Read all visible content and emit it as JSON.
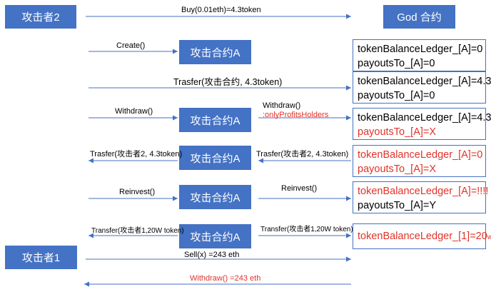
{
  "actors": {
    "attacker2": "攻击者2",
    "attacker1": "攻击者1",
    "god_contract": "God 合约",
    "attack_contract": "攻击合约A"
  },
  "steps": {
    "buy": "Buy(0.01eth)=4.3token",
    "create": "Create()",
    "transfer1": "Trasfer(攻击合约, 4.3token)",
    "withdraw_left": "Withdraw()",
    "withdraw_right": "Withdraw()",
    "withdraw_right_note": ":onlyProfitsHolders",
    "transfer2_left": "Trasfer(攻击者2, 4.3token)",
    "transfer2_right": "Trasfer(攻击者2, 4.3token)",
    "reinvest_left": "Reinvest()",
    "reinvest_right": "Reinvest()",
    "transfer3_left": "Transfer(攻击者1,20W token)",
    "transfer3_right": "Transfer(攻击者1,20W token)",
    "sell": "Sell(x) =243 eth",
    "final_withdraw": "Withdraw() =243 eth"
  },
  "states": [
    {
      "line1": "tokenBalanceLedger_[A]=0",
      "line2": "payoutsTo_[A]=0",
      "line1_red": false,
      "line2_red": false
    },
    {
      "line1": "tokenBalanceLedger_[A]=4.3",
      "line2": "payoutsTo_[A]=0",
      "line1_red": false,
      "line2_red": false
    },
    {
      "line1": "tokenBalanceLedger_[A]=4.3",
      "line2": "payoutsTo_[A]=X",
      "line1_red": false,
      "line2_red": true
    },
    {
      "line1": "tokenBalanceLedger_[A]=0",
      "line2": "payoutsTo_[A]=X",
      "line1_red": true,
      "line2_red": true
    },
    {
      "line1": "tokenBalanceLedger_[A]=!!!!",
      "line2": "payoutsTo_[A]=Y",
      "line1_red": true,
      "line2_red": false
    }
  ],
  "final_state": {
    "main": "tokenBalanceLedger_[1]=20",
    "suffix": "w"
  },
  "colors": {
    "box": "#4472c4",
    "arrow": "#4472c4",
    "highlight": "#e0332a"
  }
}
